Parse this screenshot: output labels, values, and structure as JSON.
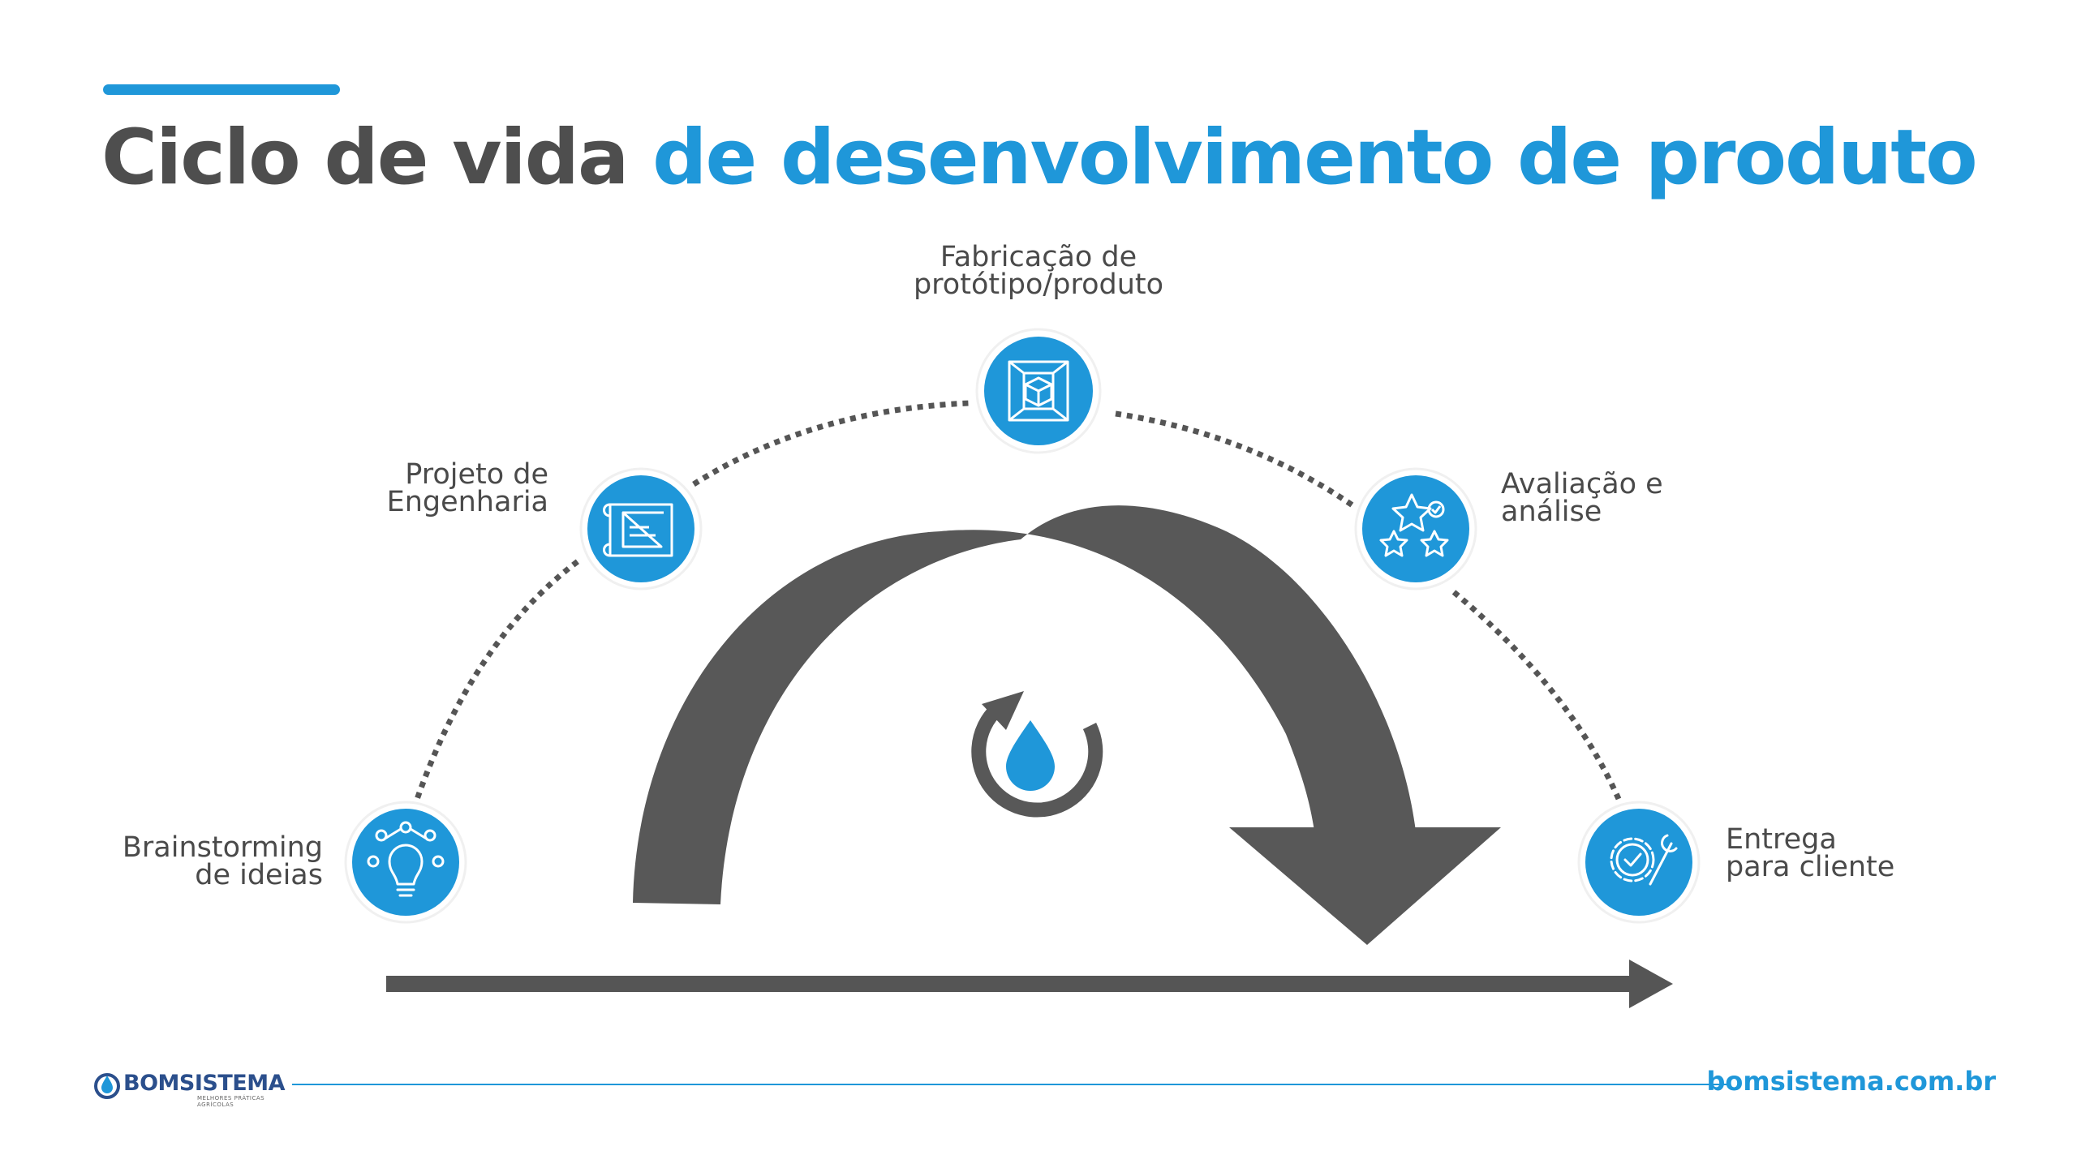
{
  "title": {
    "part1": "Ciclo de vida",
    "part2": "de desenvolvimento de produto"
  },
  "colors": {
    "accent": "#1f97d9",
    "dark": "#585858",
    "text": "#4a4a4a"
  },
  "steps": [
    {
      "label": "Brainstorming\nde ideias",
      "icon": "lightbulb-ideas-icon"
    },
    {
      "label": "Projeto de\nEngenharia",
      "icon": "blueprint-icon"
    },
    {
      "label": "Fabricação de\nprotótipo/produto",
      "icon": "3d-cube-icon"
    },
    {
      "label": "Avaliação e\nanálise",
      "icon": "stars-check-icon"
    },
    {
      "label": "Entrega\npara cliente",
      "icon": "gear-check-icon"
    }
  ],
  "center_icon": "cycle-drop-icon",
  "footer": {
    "brand": "BOMSISTEMA",
    "tagline": "MELHORES PRÁTICAS AGRÍCOLAS",
    "site": "bomsistema.com.br"
  }
}
